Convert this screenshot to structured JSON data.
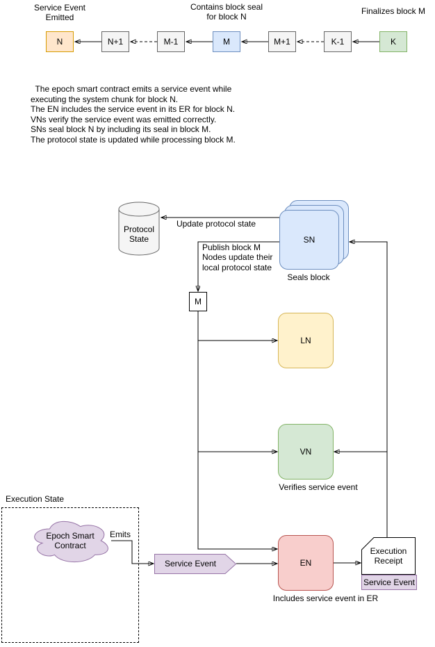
{
  "colors": {
    "orange": {
      "fill": "#ffe6cc",
      "border": "#d79b00"
    },
    "gray": {
      "fill": "#f5f5f5",
      "border": "#666666"
    },
    "blue": {
      "fill": "#dae8fc",
      "border": "#6c8ebf"
    },
    "green": {
      "fill": "#d5e8d4",
      "border": "#82b366"
    },
    "yellow": {
      "fill": "#fff2cc",
      "border": "#d6b656"
    },
    "red": {
      "fill": "#f8cecc",
      "border": "#b85450"
    },
    "purple": {
      "fill": "#e1d5e7",
      "border": "#9673a6"
    },
    "white": {
      "fill": "#ffffff",
      "border": "#000000"
    }
  },
  "chain": {
    "annotations": {
      "service_event": "Service Event\nEmitted",
      "contains_seal": "Contains block seal\nfor block N",
      "finalizes": "Finalizes block M"
    },
    "blocks": [
      {
        "label": "N",
        "color": "orange"
      },
      {
        "label": "N+1",
        "color": "gray"
      },
      {
        "label": "M-1",
        "color": "gray"
      },
      {
        "label": "M",
        "color": "blue"
      },
      {
        "label": "M+1",
        "color": "gray"
      },
      {
        "label": "K-1",
        "color": "gray"
      },
      {
        "label": "K",
        "color": "green"
      }
    ],
    "connectors": [
      "solid",
      "dashed",
      "solid",
      "solid",
      "dashed",
      "solid"
    ]
  },
  "description": {
    "lines": [
      "  The epoch smart contract emits a service event while",
      "executing the system chunk for block N.",
      "The EN includes the service event in its ER for block N.",
      "VNs verify the service event was emitted correctly.",
      "SNs seal block N by including its seal in block M.",
      "The protocol state is updated while processing block M."
    ]
  },
  "flow": {
    "protocol_state": "Protocol\nState",
    "update_protocol_state": "Update protocol state",
    "sn": {
      "label": "SN",
      "caption": "Seals block"
    },
    "publish_note": "Publish block M\nNodes update their\nlocal protocol state",
    "m_block": "M",
    "ln": {
      "label": "LN"
    },
    "vn": {
      "label": "VN",
      "caption": "Verifies service event"
    },
    "en": {
      "label": "EN",
      "caption": "Includes service event in ER"
    },
    "execution_state": "Execution State",
    "epoch_contract": "Epoch Smart\nContract",
    "emits": "Emits",
    "service_event": "Service Event",
    "execution_receipt": "Execution\nReceipt",
    "receipt_service_event": "Service Event"
  }
}
